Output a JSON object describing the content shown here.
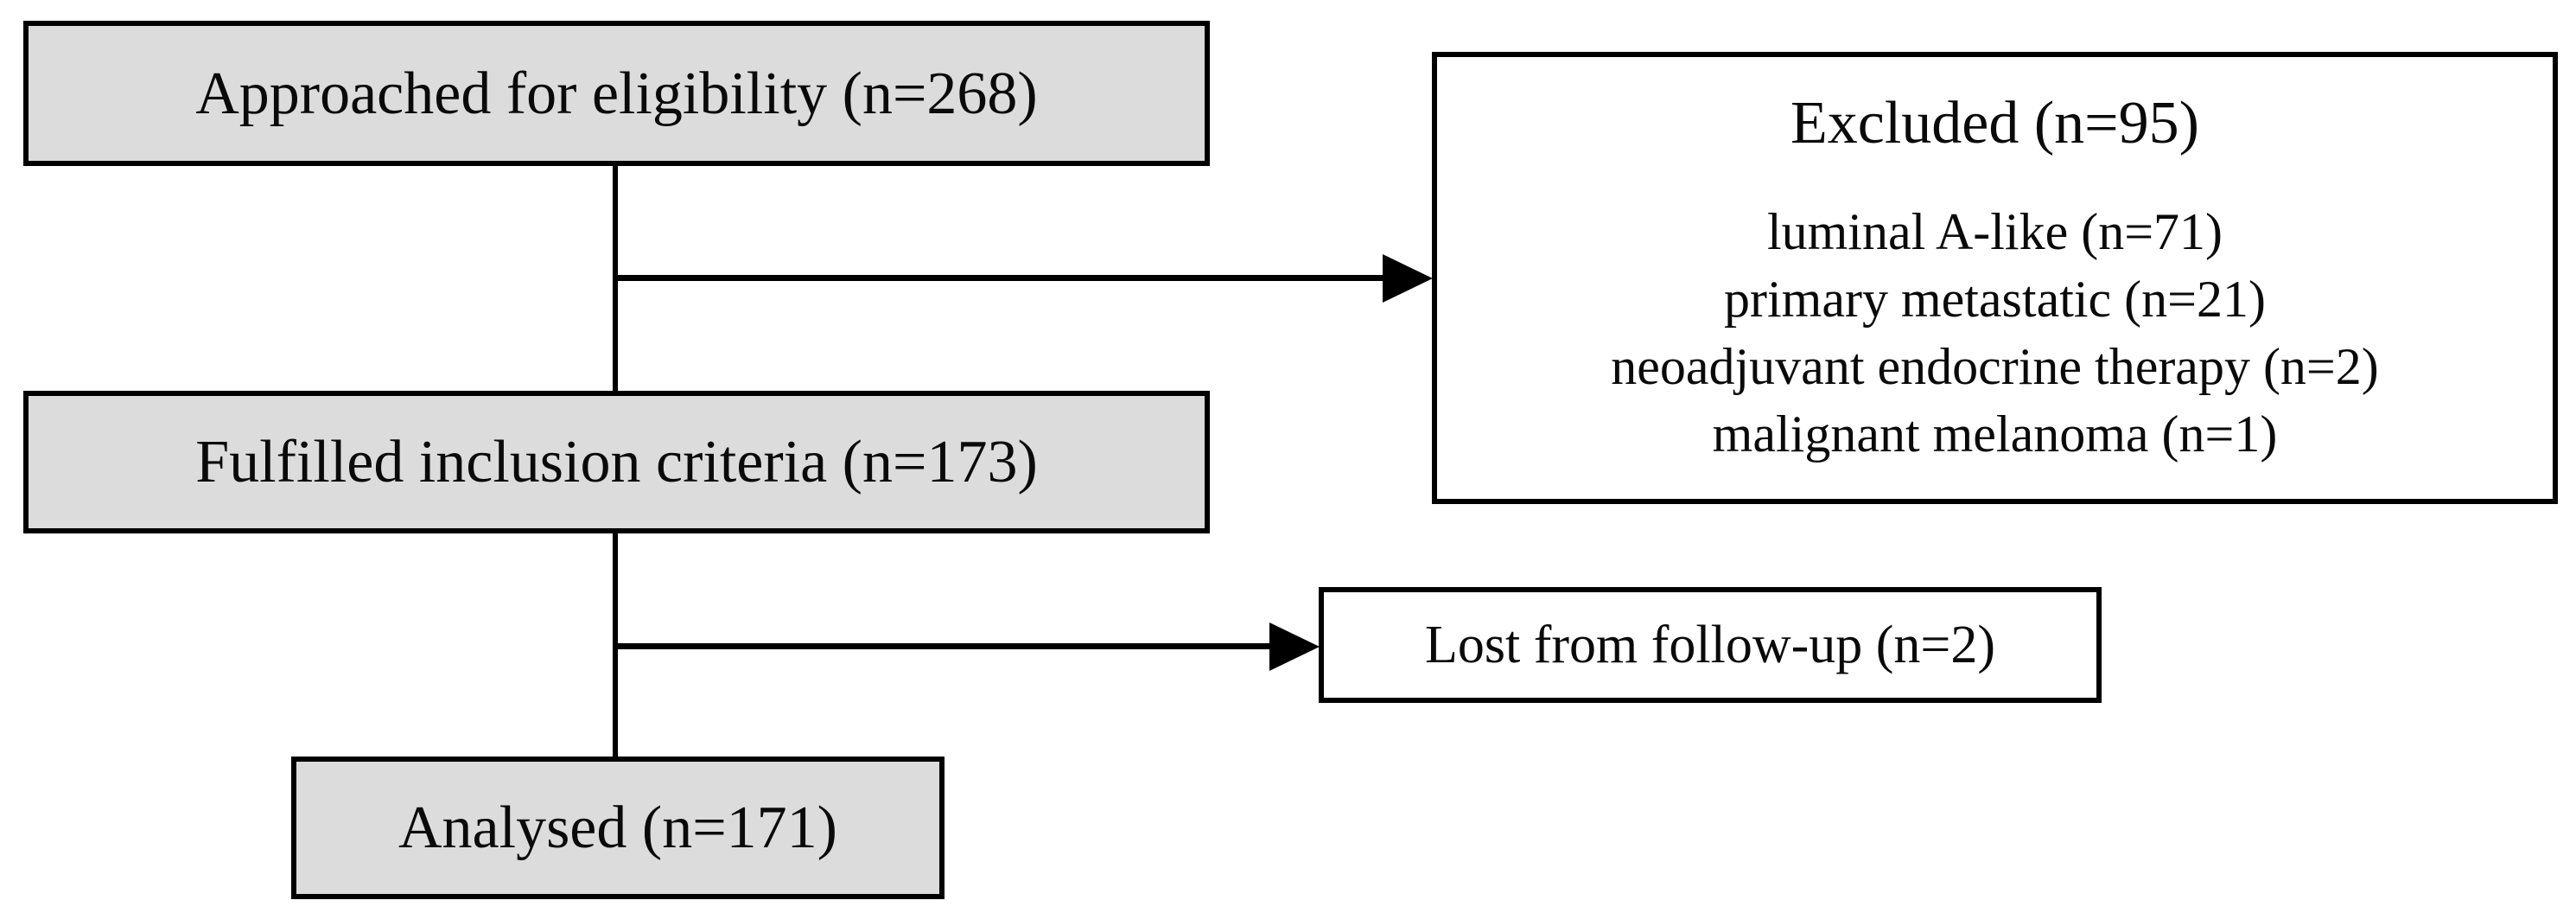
{
  "flowchart": {
    "nodes": {
      "approached": {
        "label": "Approached for eligibility (n=268)"
      },
      "fulfilled": {
        "label": "Fulfilled inclusion criteria (n=173)"
      },
      "analysed": {
        "label": "Analysed (n=171)"
      },
      "excluded": {
        "title": "Excluded (n=95)",
        "items": [
          "luminal A-like (n=71)",
          "primary metastatic (n=21)",
          "neoadjuvant endocrine therapy (n=2)",
          "malignant melanoma (n=1)"
        ]
      },
      "lost": {
        "label": "Lost from follow-up (n=2)"
      }
    },
    "colors": {
      "background": "#ffffff",
      "node_fill_gray": "#dcdcdc",
      "node_fill_white": "#ffffff",
      "border": "#000000",
      "text": "#0a0a0a"
    }
  }
}
